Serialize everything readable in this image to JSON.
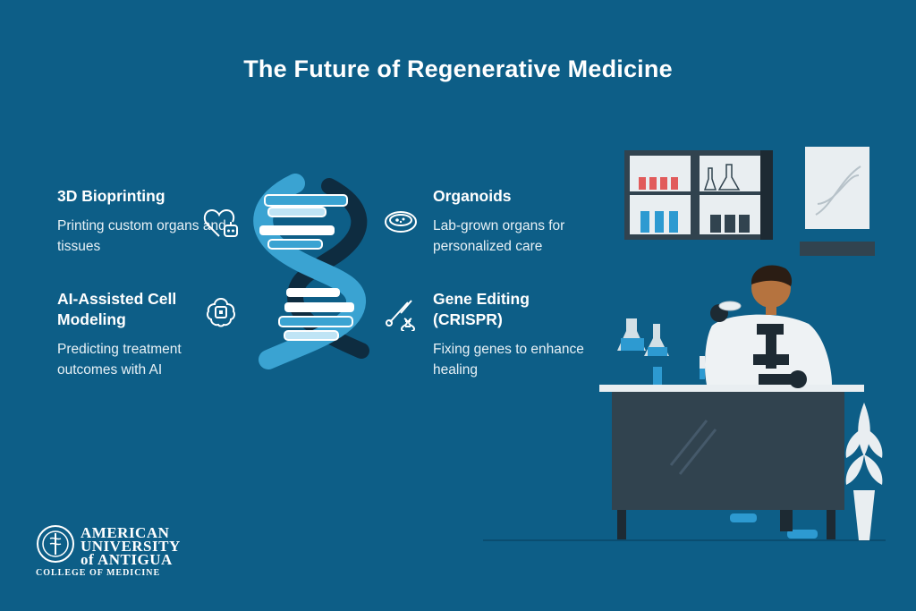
{
  "title": "The Future of Regenerative Medicine",
  "features": [
    {
      "title": "3D Bioprinting",
      "desc": "Printing custom organs and tissues",
      "icon": "heart-robot-icon"
    },
    {
      "title": "Organoids",
      "desc": "Lab-grown organs for personalized care",
      "icon": "petri-dish-icon"
    },
    {
      "title": "AI-Assisted Cell Modeling",
      "desc": "Predicting treatment outcomes with AI",
      "icon": "ai-chip-icon"
    },
    {
      "title": "Gene Editing (CRISPR)",
      "desc": "Fixing genes to enhance healing",
      "icon": "scissors-dna-icon"
    }
  ],
  "logo": {
    "line1": "AMERICAN",
    "line2": "UNIVERSITY",
    "line3": "of ANTIGUA",
    "line4": "COLLEGE OF MEDICINE"
  },
  "colors": {
    "background": "#0d5e87",
    "dna_light": "#3fa9d6",
    "dna_dark": "#0f2f44",
    "accent": "#2d9ad1"
  }
}
